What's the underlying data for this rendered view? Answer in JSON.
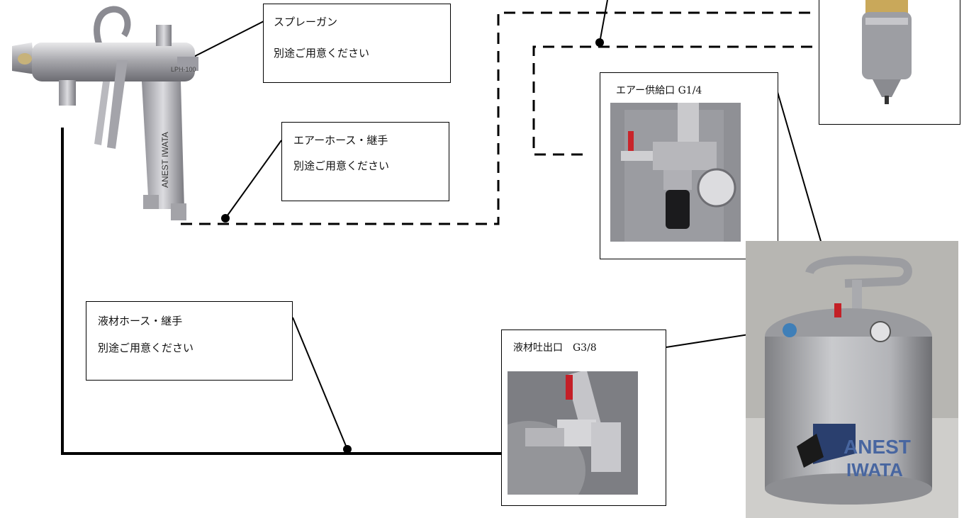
{
  "labels": {
    "spray_gun_line1": "スプレーガン",
    "spray_gun_line2": "別途ご用意ください",
    "air_hose_line1": "エアーホース・継手",
    "air_hose_line2": "別途ご用意ください",
    "fluid_hose_line1": "液材ホース・継手",
    "fluid_hose_line2": "別途ご用意ください",
    "air_supply": "エアー供給口 G1/4",
    "fluid_outlet": "液材吐出口　G3/8"
  },
  "brand": {
    "gun_brand": "ANEST IWATA",
    "gun_model": "LPH-100",
    "tank_brand_line1": "ANEST",
    "tank_brand_line2": "IWATA"
  }
}
